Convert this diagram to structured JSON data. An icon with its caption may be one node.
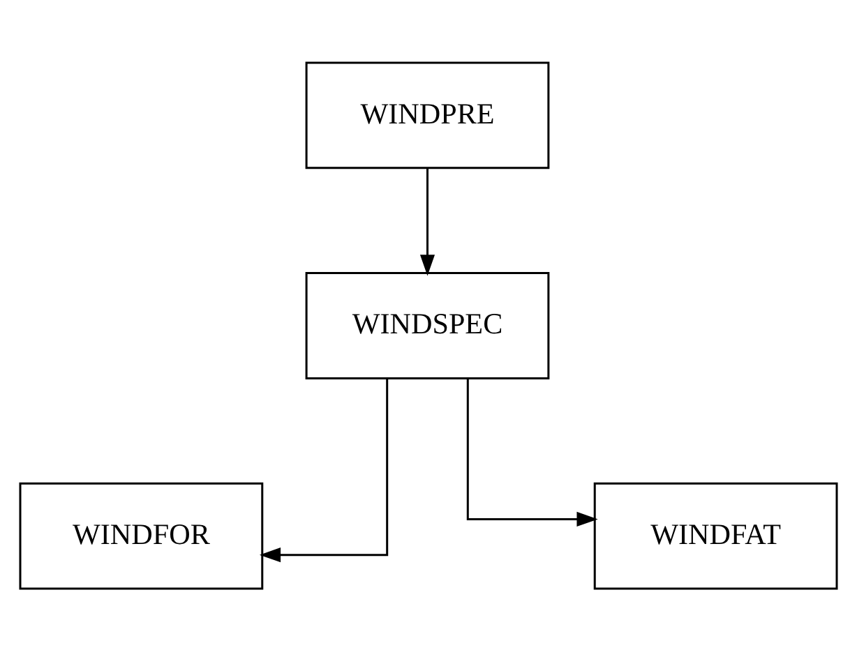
{
  "diagram": {
    "nodes": [
      {
        "text": [
          "WINDPRE"
        ]
      },
      {
        "text": [
          "WINDSPEC"
        ]
      },
      {
        "text": [
          "WINDFOR"
        ]
      },
      {
        "text": [
          "WINDFAT"
        ]
      }
    ],
    "edges": [
      {
        "from": 0,
        "to": 1,
        "arrow": "to"
      },
      {
        "from": 1,
        "to": 2,
        "arrow": "to"
      },
      {
        "from": 1,
        "to": 3,
        "arrow": "to"
      }
    ]
  }
}
